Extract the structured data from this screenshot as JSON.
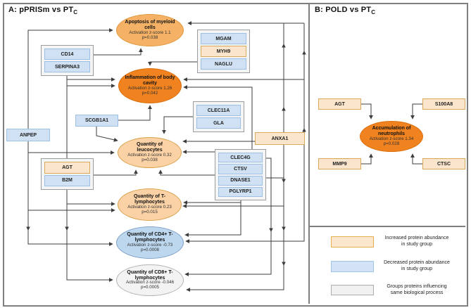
{
  "panel_a": {
    "title": "A: pPRISm vs PT",
    "title_sub": "C",
    "processes": [
      {
        "name": "Apoptosis of myeloid cells",
        "zscore_line": "Activation z-score 1.1",
        "p_line": "p=0.038",
        "tone": "light-orange"
      },
      {
        "name": "Inflammation of body cavity",
        "zscore_line": "Activation z-score 1.26",
        "p_line": "p=0.042",
        "tone": "strong-orange"
      },
      {
        "name": "Quantity of leucocytes",
        "zscore_line": "Activation z-score 0.32",
        "p_line": "p=0.038",
        "tone": "peach"
      },
      {
        "name": "Quantity of T-lymphocytes",
        "zscore_line": "Activation z-score 0.23",
        "p_line": "p=0.015",
        "tone": "peach"
      },
      {
        "name": "Quantity of CD4+ T-lymphocytes",
        "zscore_line": "Activation z-score -0.73",
        "p_line": "p=0.0008",
        "tone": "blue"
      },
      {
        "name": "Quantity of CD8+ T-lymphocytes",
        "zscore_line": "Activation z-score -0.046",
        "p_line": "p=0.0005",
        "tone": "gray"
      }
    ],
    "groups": [
      {
        "items": [
          {
            "label": "CD14",
            "abundance": "decreased"
          },
          {
            "label": "SERPINA3",
            "abundance": "decreased"
          }
        ]
      },
      {
        "items": [
          {
            "label": "MGAM",
            "abundance": "decreased"
          },
          {
            "label": "MYH9",
            "abundance": "increased"
          },
          {
            "label": "NAGLU",
            "abundance": "decreased"
          }
        ]
      },
      {
        "items": [
          {
            "label": "CLEC11A",
            "abundance": "decreased"
          },
          {
            "label": "GLA",
            "abundance": "decreased"
          }
        ]
      },
      {
        "items": [
          {
            "label": "AGT",
            "abundance": "increased"
          },
          {
            "label": "B2M",
            "abundance": "decreased"
          }
        ]
      },
      {
        "items": [
          {
            "label": "CLEC4G",
            "abundance": "decreased"
          },
          {
            "label": "CTSV",
            "abundance": "decreased"
          },
          {
            "label": "DNASE1",
            "abundance": "decreased"
          },
          {
            "label": "PGLYRP1",
            "abundance": "decreased"
          }
        ]
      }
    ],
    "standalone": [
      {
        "label": "ANPEP",
        "abundance": "decreased"
      },
      {
        "label": "SCGB1A1",
        "abundance": "decreased"
      },
      {
        "label": "ANXA1",
        "abundance": "increased"
      }
    ]
  },
  "panel_b": {
    "title": "B: POLD vs PT",
    "title_sub": "C",
    "process": {
      "name": "Accumulation of neutrophils",
      "zscore_line": "Activation z-score 1.34",
      "p_line": "p=0.028",
      "tone": "strong-orange"
    },
    "proteins": [
      {
        "label": "AGT",
        "abundance": "increased"
      },
      {
        "label": "S100A8",
        "abundance": "increased"
      },
      {
        "label": "MMP9",
        "abundance": "increased"
      },
      {
        "label": "CTSC",
        "abundance": "increased"
      }
    ]
  },
  "legend": {
    "items": [
      {
        "swatch": "increased",
        "line1": "Increased protein abundance",
        "line2": "in study group"
      },
      {
        "swatch": "decreased",
        "line1": "Decreased protein abundance",
        "line2": "in study group"
      },
      {
        "swatch": "group",
        "line1": "Groups proteins influencing",
        "line2": "same biological process"
      }
    ]
  },
  "colors": {
    "strong_orange": "#F0831F",
    "light_orange": "#F5B266",
    "peach": "#FBD2A6",
    "blue_node": "#BDD7EE",
    "gray_node": "#F3F3F3",
    "increased_fill": "#FBE5CC",
    "decreased_fill": "#CFE1F3",
    "arrow": "#3D3D3D"
  }
}
